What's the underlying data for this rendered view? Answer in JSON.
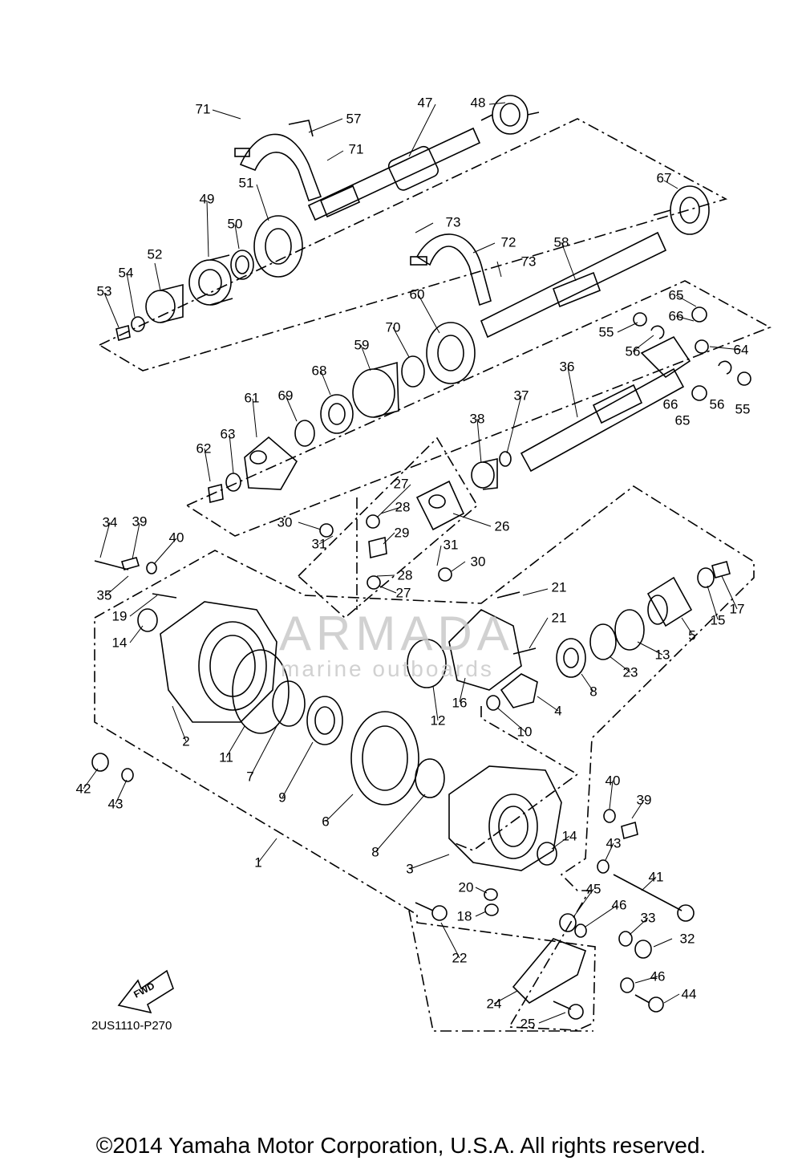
{
  "callouts": [
    "71",
    "57",
    "47",
    "48",
    "71",
    "49",
    "51",
    "50",
    "52",
    "54",
    "53",
    "73",
    "72",
    "58",
    "67",
    "73",
    "60",
    "70",
    "59",
    "68",
    "69",
    "61",
    "63",
    "62",
    "65",
    "66",
    "55",
    "56",
    "64",
    "36",
    "37",
    "38",
    "27",
    "28",
    "26",
    "30",
    "31",
    "29",
    "31",
    "30",
    "28",
    "27",
    "34",
    "39",
    "40",
    "35",
    "19",
    "14",
    "21",
    "21",
    "5",
    "15",
    "17",
    "13",
    "23",
    "8",
    "16",
    "4",
    "10",
    "12",
    "2",
    "11",
    "7",
    "9",
    "6",
    "8",
    "42",
    "43",
    "1",
    "40",
    "39",
    "43",
    "14",
    "3",
    "41",
    "45",
    "46",
    "33",
    "32",
    "20",
    "18",
    "22",
    "46",
    "44",
    "24",
    "25",
    "66",
    "65",
    "56",
    "55"
  ],
  "part_code": "2US1110-P270",
  "fwd_label": "FWD",
  "copyright": "©2014 Yamaha Motor Corporation, U.S.A. All rights reserved.",
  "watermark": {
    "title": "ARMADA",
    "subtitle": "marine outboards",
    "color": "#d988b8"
  }
}
